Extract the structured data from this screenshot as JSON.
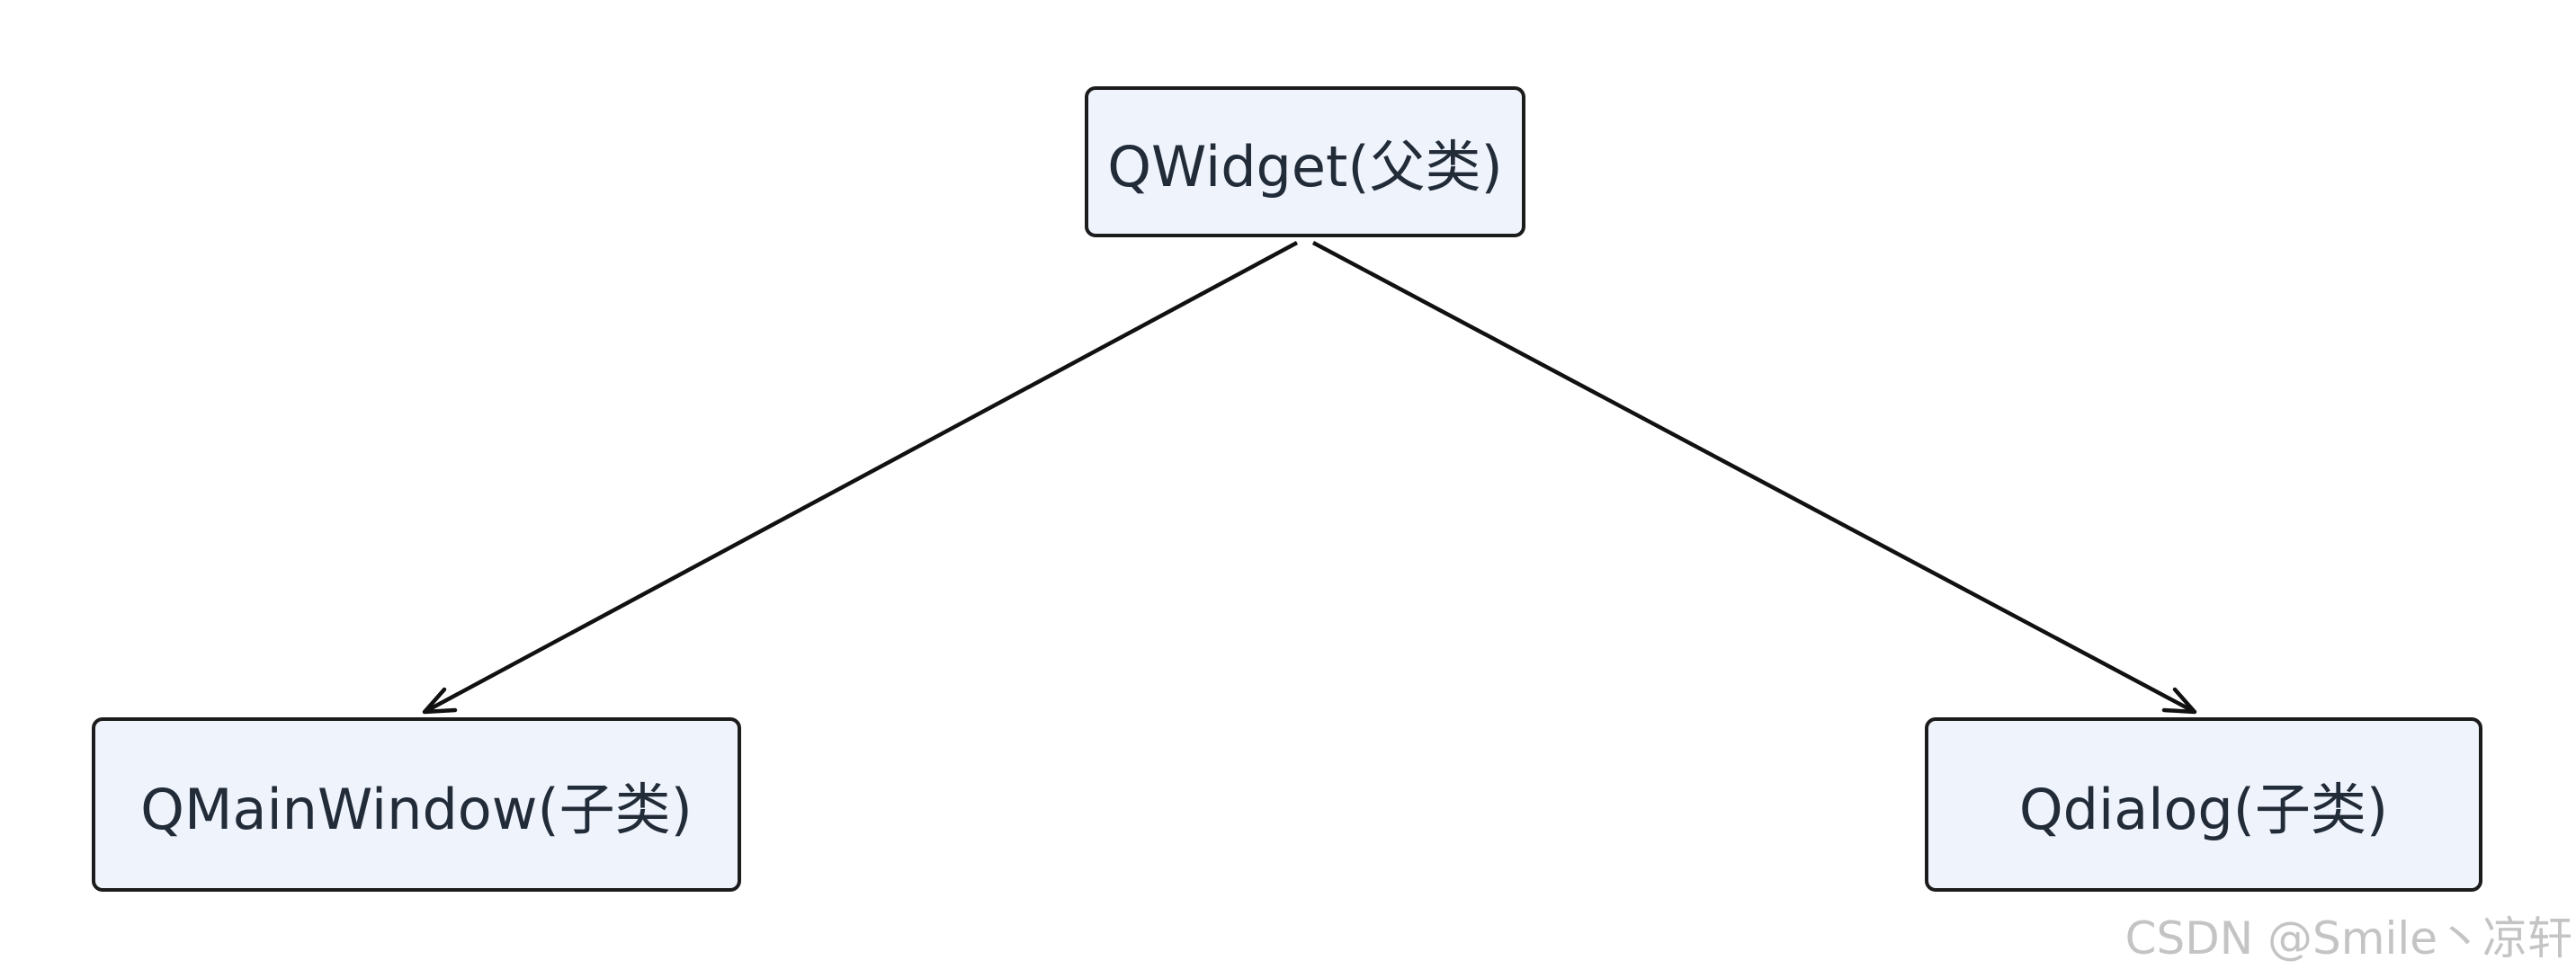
{
  "nodes": {
    "parent": {
      "label": "QWidget(父类)"
    },
    "left_child": {
      "label": "QMainWindow(子类)"
    },
    "right_child": {
      "label": "Qdialog(子类)"
    }
  },
  "edges": [
    {
      "from": "parent",
      "to": "left_child"
    },
    {
      "from": "parent",
      "to": "right_child"
    }
  ],
  "watermark": "CSDN @Smile丶凉轩",
  "colors": {
    "node_fill": "#eef3fc",
    "node_border": "#1c1c1c",
    "edge": "#111111",
    "text": "#222b38",
    "watermark": "#c4c4c4"
  }
}
